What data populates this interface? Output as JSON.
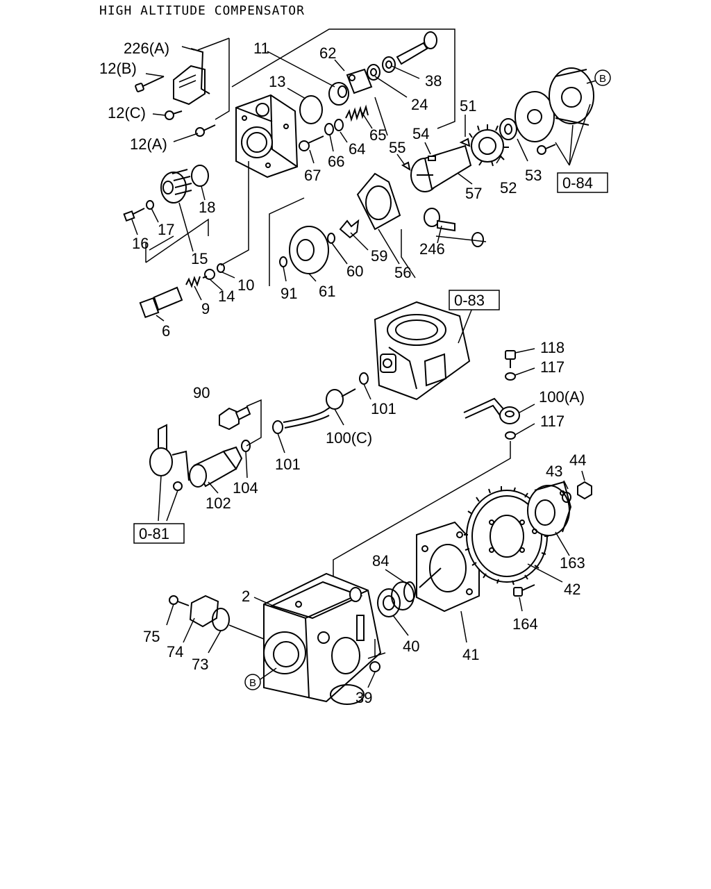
{
  "title": "HIGH ALTITUDE COMPENSATOR",
  "labels": {
    "l226a": "226(A)",
    "l12b": "12(B)",
    "l12c": "12(C)",
    "l12a": "12(A)",
    "l11": "11",
    "l13": "13",
    "l62": "62",
    "l38": "38",
    "l24": "24",
    "l65": "65",
    "l64": "64",
    "l66": "66",
    "l67": "67",
    "l51": "51",
    "l54": "54",
    "l55": "55",
    "l52": "52",
    "l53": "53",
    "l57": "57",
    "l18": "18",
    "l17": "17",
    "l16": "16",
    "l15": "15",
    "l59": "59",
    "l60": "60",
    "l56": "56",
    "l246": "246",
    "l91": "91",
    "l61": "61",
    "l10": "10",
    "l14": "14",
    "l9": "9",
    "l6": "6",
    "l118": "118",
    "l117a": "117",
    "l100a": "100(A)",
    "l117b": "117",
    "l90": "90",
    "l101a": "101",
    "l100c": "100(C)",
    "l101b": "101",
    "l104": "104",
    "l102": "102",
    "l44": "44",
    "l43": "43",
    "l163": "163",
    "l42": "42",
    "l84": "84",
    "l2": "2",
    "l164": "164",
    "l75": "75",
    "l74": "74",
    "l73": "73",
    "l40": "40",
    "l41": "41",
    "l39": "39"
  },
  "refs": {
    "r084": "0-84",
    "r083": "0-83",
    "r081": "0-81"
  },
  "circles": {
    "b_top": "B",
    "b_bottom": "B"
  }
}
